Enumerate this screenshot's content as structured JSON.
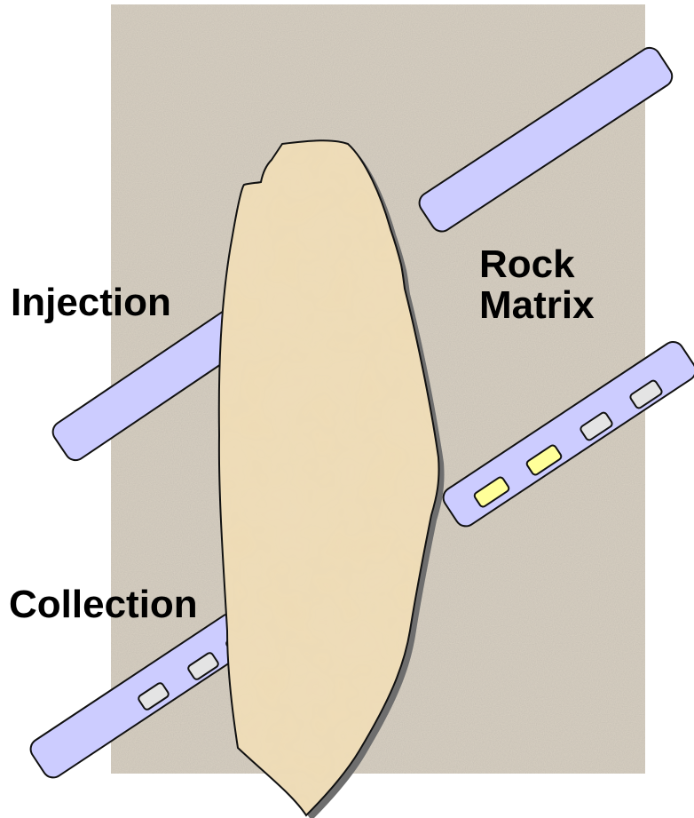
{
  "labels": {
    "injection": "Injection",
    "rock_line1": "Rock",
    "rock_line2": "Matrix",
    "collection": "Collection"
  },
  "colors": {
    "rock_background": "#d8d0c2",
    "fracture_body": "#eedbb5",
    "fracture_outline": "#111111",
    "fracture_shadow": "#6e6e6e",
    "wellbore_fill": "#ccccff",
    "wellbore_outline": "#111111",
    "particle_gray": "#e4e4e4",
    "particle_yellow": "#ffff99"
  }
}
